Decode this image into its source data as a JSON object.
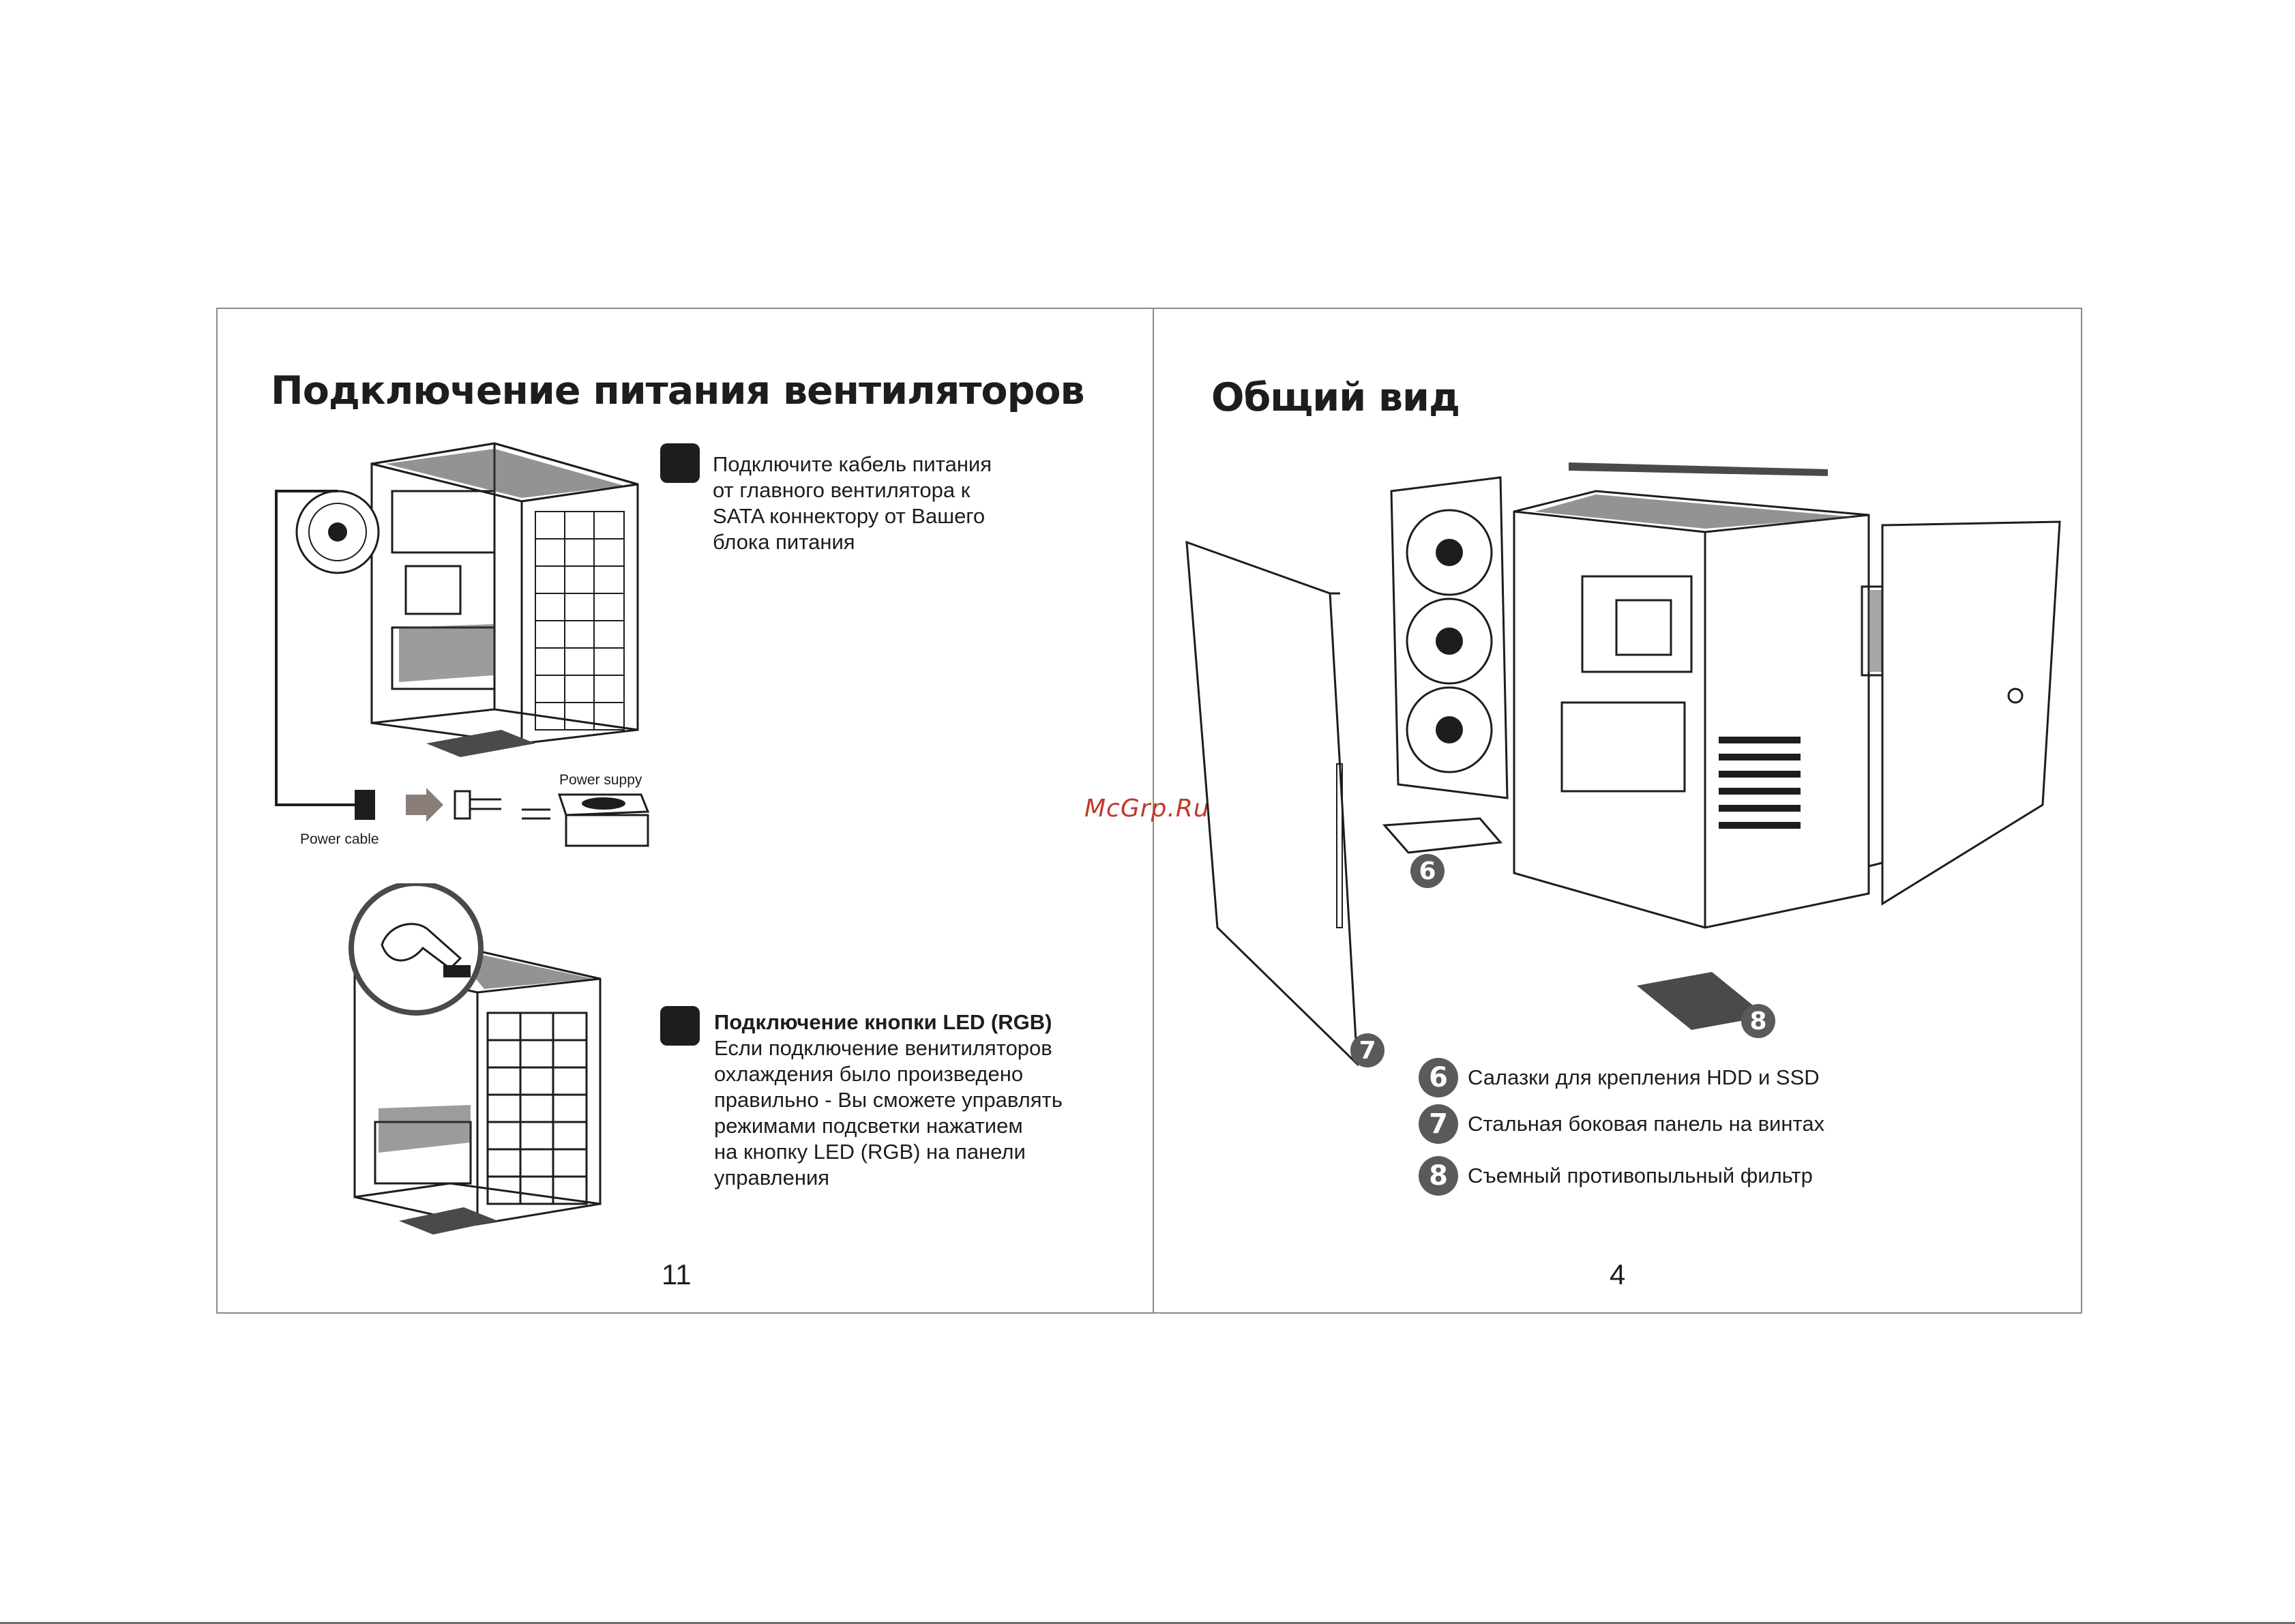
{
  "left_page": {
    "title": "Подключение питания вентиляторов",
    "step1": [
      "Подключите кабель питания",
      "от главного вентилятора к",
      "SATA коннектору от Вашего",
      "блока питания"
    ],
    "step2_heading": "Подключение кнопки LED (RGB)",
    "step2": [
      "Если подключение венитиляторов",
      "охлаждения было произведено",
      "правильно - Вы сможете управлять",
      "режимами подсветки нажатием",
      "на кнопку LED (RGB) на панели",
      "управления"
    ],
    "figure_labels": {
      "power_supply": "Power suppy",
      "power_cable": "Power cable"
    },
    "page_number": "11"
  },
  "right_page": {
    "title": "Общий вид",
    "legend": [
      {
        "number": "6",
        "text": "Салазки для крепления HDD и SSD"
      },
      {
        "number": "7",
        "text": "Стальная боковая панель на винтах"
      },
      {
        "number": "8",
        "text": "Съемный противопыльный фильтр"
      }
    ],
    "page_number": "4"
  },
  "watermark": "McGrp.Ru",
  "colors": {
    "ink": "#1d1d1b",
    "badge": "#5a5a5a",
    "frame": "#8a8a8a",
    "watermark": "#c0392b"
  }
}
